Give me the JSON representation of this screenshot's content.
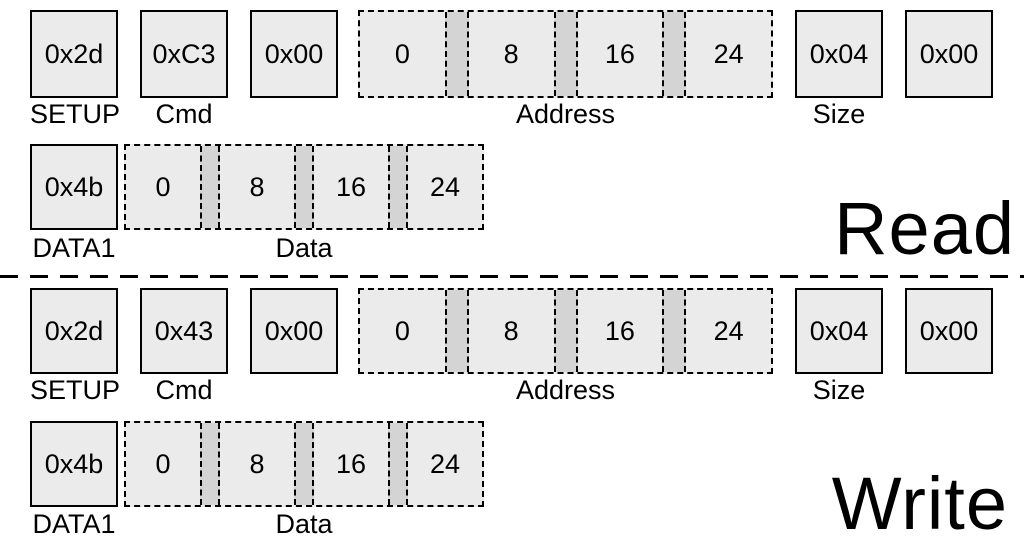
{
  "colors": {
    "background": "#ffffff",
    "box_fill": "#ebebeb",
    "strip_fill": "#d4d4d4",
    "border": "#000000",
    "text": "#000000"
  },
  "sections": [
    {
      "title": "Read",
      "row1": {
        "setup": {
          "value": "0x2d",
          "label": "SETUP"
        },
        "cmd": {
          "value": "0xC3",
          "label": "Cmd"
        },
        "byte3": {
          "value": "0x00"
        },
        "address": {
          "label": "Address",
          "offsets": [
            "0",
            "8",
            "16",
            "24"
          ]
        },
        "size": {
          "value": "0x04",
          "label": "Size"
        },
        "byte6": {
          "value": "0x00"
        }
      },
      "row2": {
        "data1": {
          "value": "0x4b",
          "label": "DATA1"
        },
        "data": {
          "label": "Data",
          "offsets": [
            "0",
            "8",
            "16",
            "24"
          ]
        }
      }
    },
    {
      "title": "Write",
      "row1": {
        "setup": {
          "value": "0x2d",
          "label": "SETUP"
        },
        "cmd": {
          "value": "0x43",
          "label": "Cmd"
        },
        "byte3": {
          "value": "0x00"
        },
        "address": {
          "label": "Address",
          "offsets": [
            "0",
            "8",
            "16",
            "24"
          ]
        },
        "size": {
          "value": "0x04",
          "label": "Size"
        },
        "byte6": {
          "value": "0x00"
        }
      },
      "row2": {
        "data1": {
          "value": "0x4b",
          "label": "DATA1"
        },
        "data": {
          "label": "Data",
          "offsets": [
            "0",
            "8",
            "16",
            "24"
          ]
        }
      }
    }
  ]
}
